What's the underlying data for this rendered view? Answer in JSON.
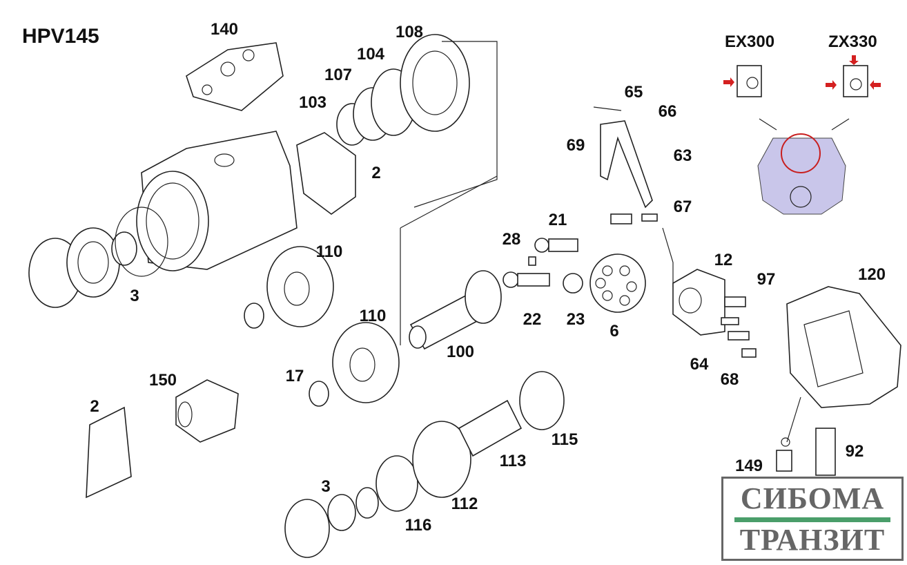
{
  "title": "HPV145",
  "variants": [
    {
      "label": "EX300"
    },
    {
      "label": "ZX330"
    }
  ],
  "part_labels": [
    "140",
    "108",
    "104",
    "107",
    "103",
    "65",
    "66",
    "69",
    "63",
    "2",
    "67",
    "21",
    "28",
    "12",
    "110",
    "97",
    "120",
    "3",
    "22",
    "23",
    "6",
    "110",
    "100",
    "64",
    "68",
    "150",
    "17",
    "2",
    "115",
    "92",
    "113",
    "3",
    "112",
    "116",
    "149"
  ],
  "colors": {
    "arrow": "#d42020",
    "highlight_circle": "#c81e1e",
    "housing_fill": "#c9c6ea",
    "logo_text": "#666666",
    "logo_bar": "#4a9e6a"
  },
  "logo": {
    "line1": "СИБОМА",
    "line2": "ТРАНЗИТ"
  }
}
